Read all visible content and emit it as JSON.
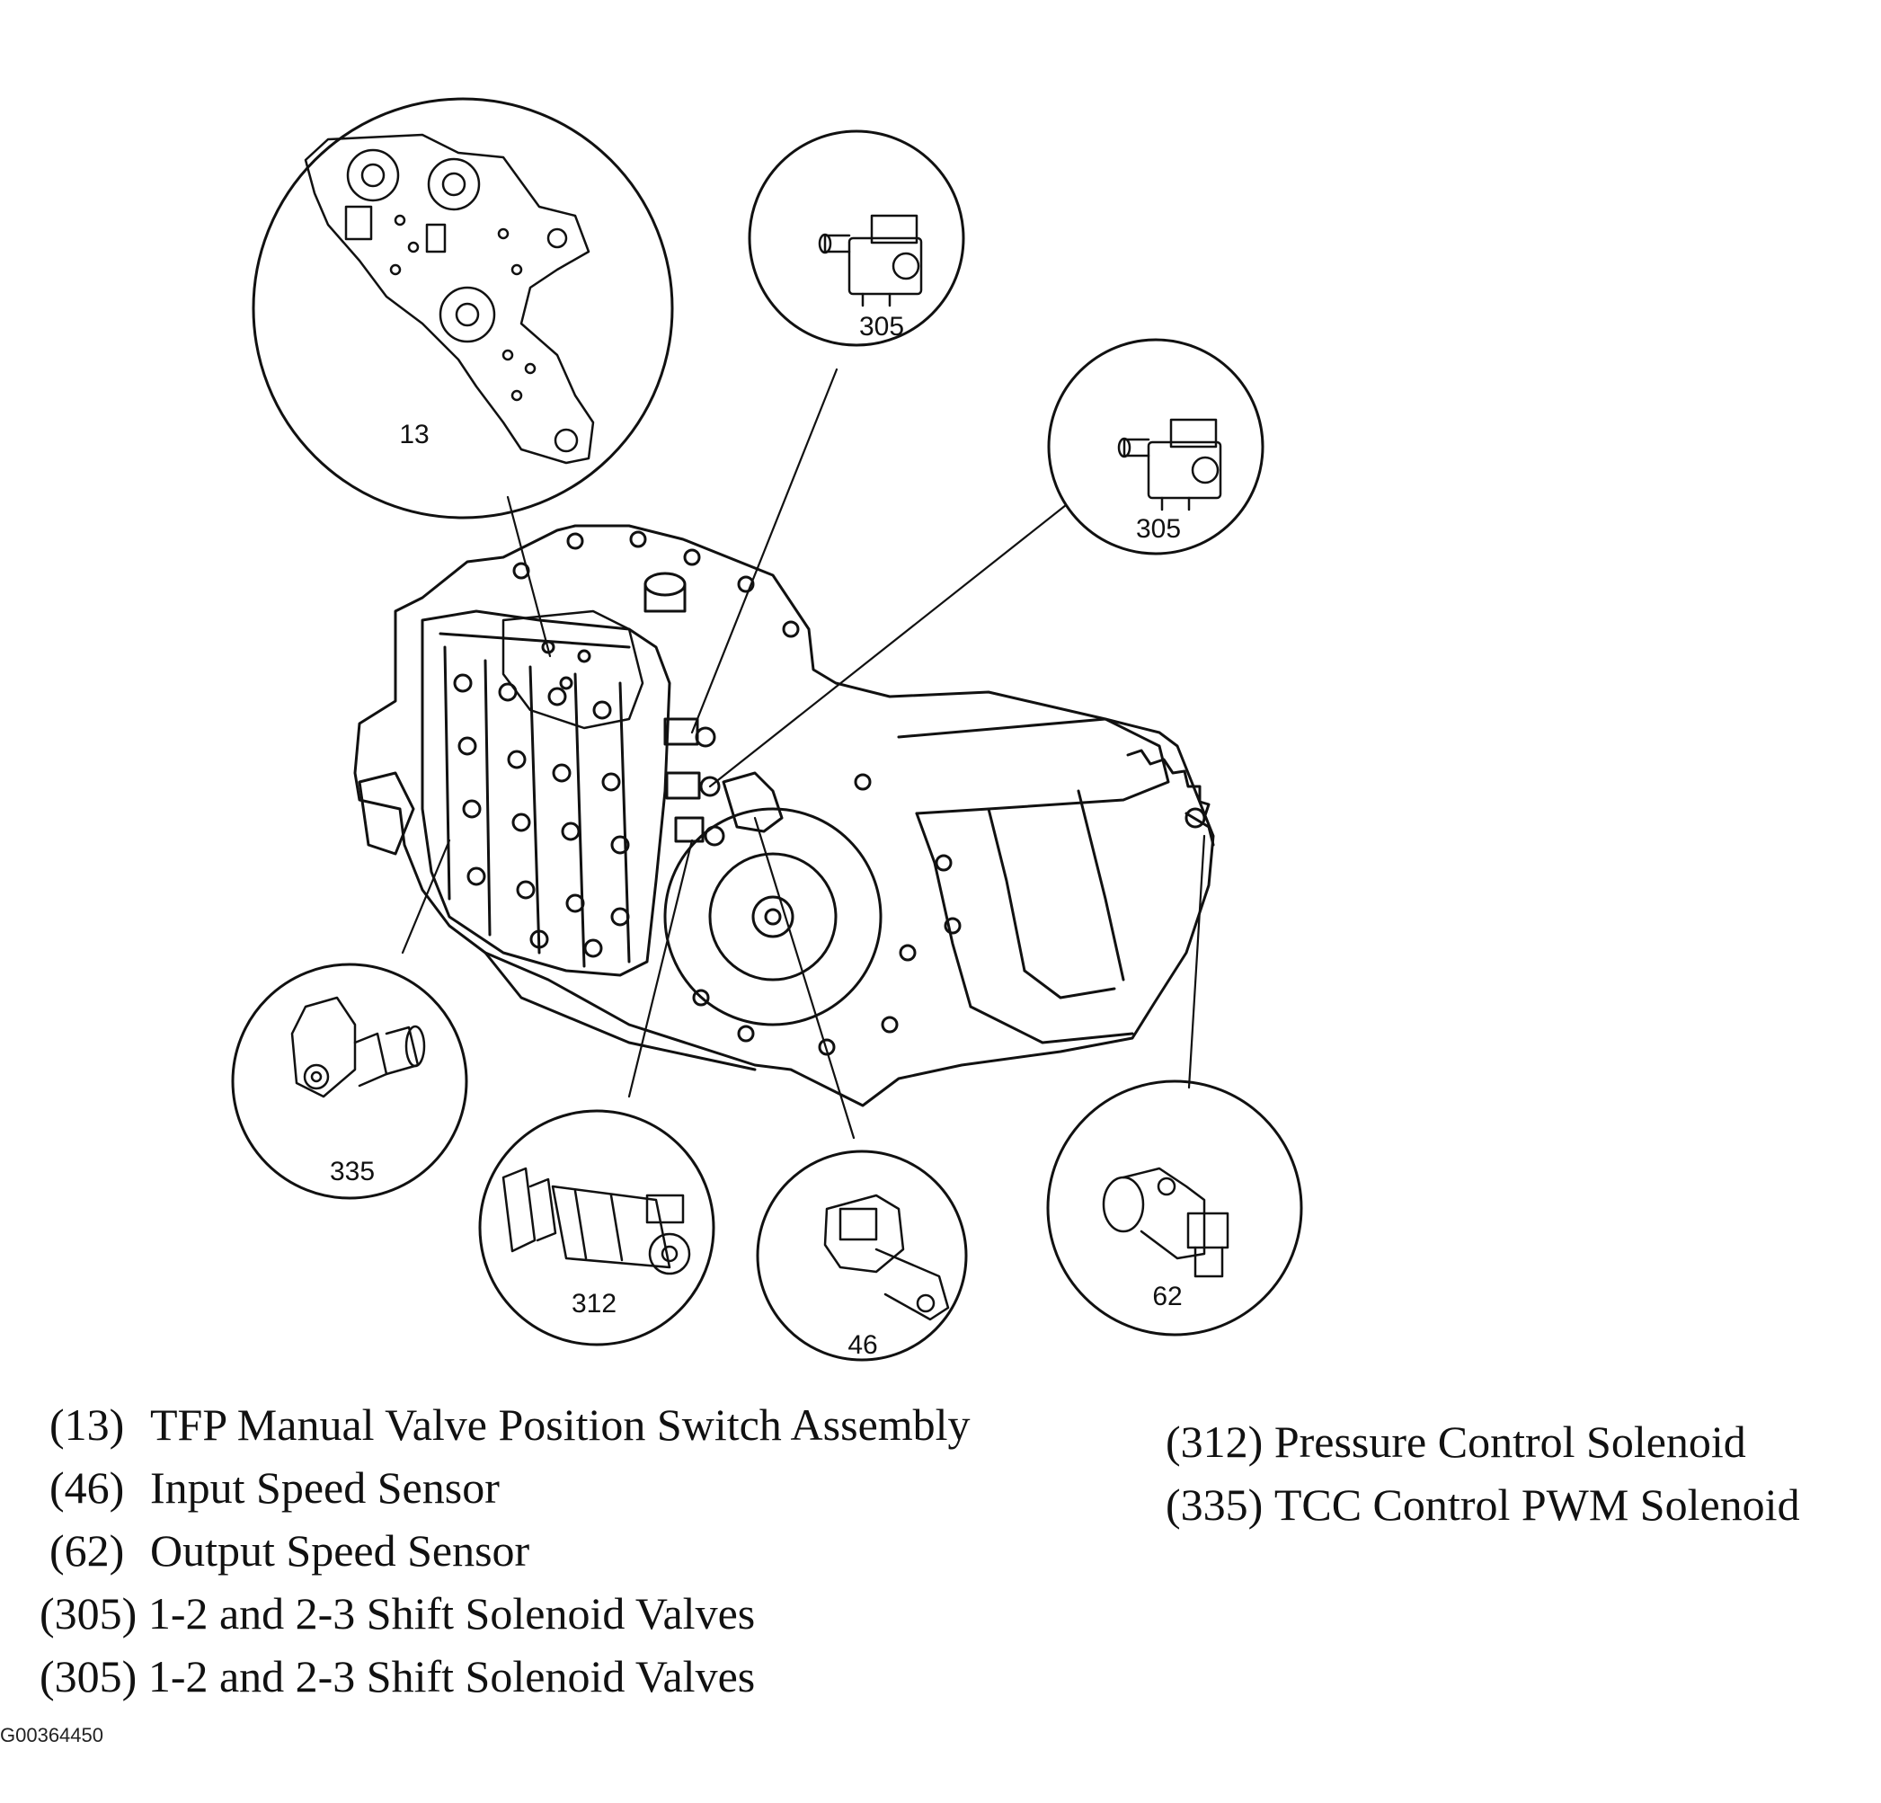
{
  "callouts": {
    "c13": "13",
    "c305a": "305",
    "c305b": "305",
    "c335": "335",
    "c312": "312",
    "c46": "46",
    "c62": "62"
  },
  "legend": [
    {
      "code": "(13)",
      "description": "TFP Manual Valve Position Switch Assembly"
    },
    {
      "code": "(46)",
      "description": "Input Speed Sensor"
    },
    {
      "code": "(62)",
      "description": "Output Speed Sensor"
    },
    {
      "code": "(305)",
      "description": "1-2 and 2-3 Shift Solenoid Valves"
    },
    {
      "code": "(305)",
      "description": "1-2 and 2-3 Shift Solenoid Valves"
    },
    {
      "code": "(312)",
      "description": "Pressure Control Solenoid"
    },
    {
      "code": "(335)",
      "description": "TCC Control PWM Solenoid"
    }
  ],
  "figure_id": "G00364450"
}
